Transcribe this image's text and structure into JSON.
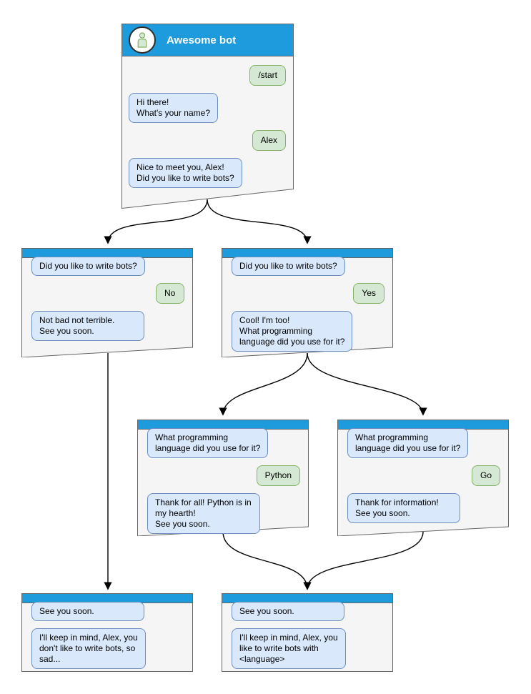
{
  "colors": {
    "header_blue": "#1e9bdc",
    "window_fill": "#f5f5f5",
    "window_border": "#666666",
    "bot_bubble_fill": "#dae8fc",
    "bot_bubble_border": "#6c8ebf",
    "user_bubble_fill": "#d5e8d4",
    "user_bubble_border": "#82b366",
    "arrow_color": "#000000"
  },
  "windows": {
    "root": {
      "title": "Awesome bot",
      "avatar_icon": "person-icon",
      "messages": [
        {
          "from": "user",
          "text": "/start"
        },
        {
          "from": "bot",
          "text": "Hi there!\nWhat's your name?"
        },
        {
          "from": "user",
          "text": "Alex"
        },
        {
          "from": "bot",
          "text": "Nice to meet you, Alex!\nDid you like to write bots?"
        }
      ]
    },
    "branch_no": {
      "messages": [
        {
          "from": "bot",
          "text": "Did you like to write bots?"
        },
        {
          "from": "user",
          "text": "No"
        },
        {
          "from": "bot",
          "text": "Not bad not terrible.\nSee you soon."
        }
      ]
    },
    "branch_yes": {
      "messages": [
        {
          "from": "bot",
          "text": "Did you like to write bots?"
        },
        {
          "from": "user",
          "text": "Yes"
        },
        {
          "from": "bot",
          "text": "Cool! I'm too!\nWhat programming\nlanguage did you use for it?"
        }
      ]
    },
    "branch_python": {
      "messages": [
        {
          "from": "bot",
          "text": "What programming\nlanguage did you use for it?"
        },
        {
          "from": "user",
          "text": "Python"
        },
        {
          "from": "bot",
          "text": "Thank for all! Python is in\nmy hearth!\nSee you soon."
        }
      ]
    },
    "branch_go": {
      "messages": [
        {
          "from": "bot",
          "text": "What programming\nlanguage did you use for it?"
        },
        {
          "from": "user",
          "text": "Go"
        },
        {
          "from": "bot",
          "text": "Thank for information!\nSee you soon."
        }
      ]
    },
    "end_no": {
      "messages": [
        {
          "from": "bot",
          "text": "See you soon."
        },
        {
          "from": "bot",
          "text": "I'll keep in mind, Alex, you\ndon't like to write bots, so\nsad..."
        }
      ]
    },
    "end_language": {
      "messages": [
        {
          "from": "bot",
          "text": "See you soon."
        },
        {
          "from": "bot",
          "text": "I'll keep in mind, Alex, you\nlike to write bots with\n<language>"
        }
      ]
    }
  }
}
